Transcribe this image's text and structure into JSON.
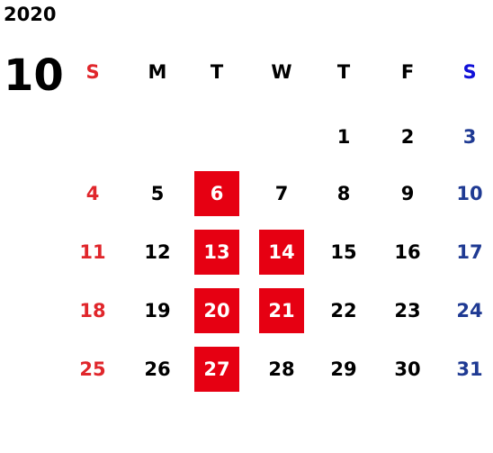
{
  "calendar": {
    "year": "2020",
    "month": "10",
    "weekdays": [
      "S",
      "M",
      "T",
      "W",
      "T",
      "F",
      "S"
    ],
    "weeks": [
      [
        "",
        "",
        "",
        "",
        "1",
        "2",
        "3"
      ],
      [
        "4",
        "5",
        "6",
        "7",
        "8",
        "9",
        "10"
      ],
      [
        "11",
        "12",
        "13",
        "14",
        "15",
        "16",
        "17"
      ],
      [
        "18",
        "19",
        "20",
        "21",
        "22",
        "23",
        "24"
      ],
      [
        "25",
        "26",
        "27",
        "28",
        "29",
        "30",
        "31"
      ]
    ],
    "highlighted_days": [
      "6",
      "13",
      "14",
      "20",
      "21",
      "27"
    ],
    "colors": {
      "sunday": "#e0262b",
      "saturday": "#1f3a93",
      "highlight_bg": "#e60012",
      "highlight_text": "#ffffff"
    }
  }
}
